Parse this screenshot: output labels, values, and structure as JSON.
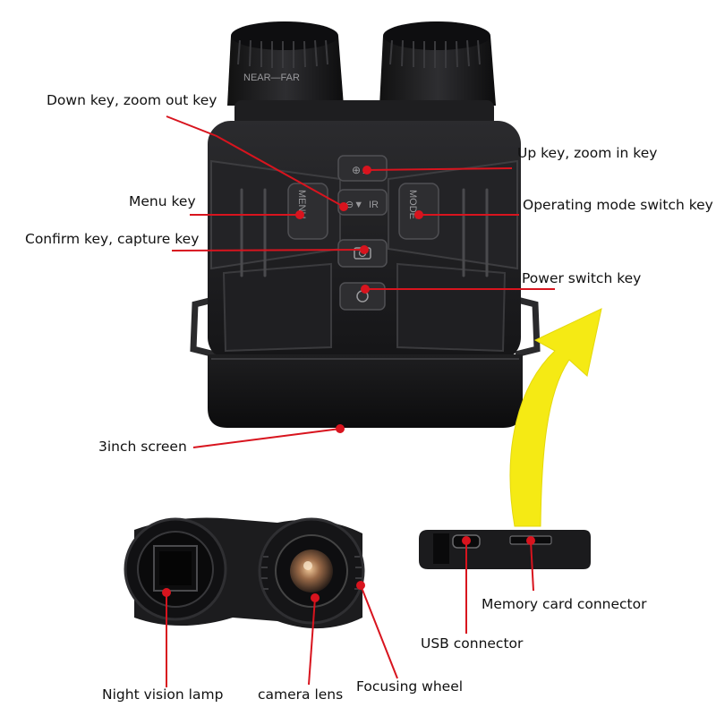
{
  "device": {
    "eyepiece_text": "NEAR—FAR",
    "menu_key_text": "MENU",
    "mode_key_text": "MODE",
    "ir_key_text": "IR"
  },
  "labels": {
    "down_key": "Down key, zoom out key",
    "up_key": "Up key, zoom in key",
    "menu_key": "Menu key",
    "mode_key": "Operating mode switch key",
    "confirm_key": "Confirm key, capture key",
    "power_key": "Power switch key",
    "screen": "3inch screen",
    "night_lamp": "Night vision lamp",
    "camera_lens": "camera lens",
    "focus_wheel": "Focusing wheel",
    "usb": "USB connector",
    "memory_card": "Memory card connector"
  },
  "colors": {
    "callout": "#d8141e",
    "arrow": "#f5ea14",
    "device_body": "#1b1b1d"
  }
}
